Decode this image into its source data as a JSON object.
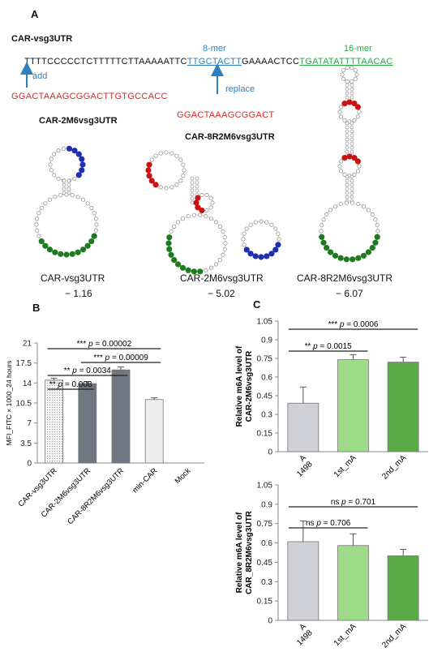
{
  "panel_a": {
    "letter": "A",
    "construct_label": "CAR-vsg3UTR",
    "seq_plain_1": "TTTTCCCCCTCTTTTTCTTAAAAATTC",
    "seq_8mer": "TTGCTACTT",
    "seq_plain_2": "GAAAACTCC",
    "seq_16mer": "TGATATATTTTAACAC",
    "label_8mer": "8-mer",
    "label_16mer": "16-mer",
    "label_add": "add",
    "label_replace": "replace",
    "red_seq_add": "GGACTAAAGCGGACTTGTGCCACC",
    "red_seq_replace": "GGACTAAAGCGGACT",
    "title_2m6": "CAR-2M6vsg3UTR",
    "title_8r2m6": "CAR-8R2M6vsg3UTR",
    "structures": [
      {
        "name": "CAR-vsg3UTR",
        "energy": "− 1.16"
      },
      {
        "name": "CAR-2M6vsg3UTR",
        "energy": "− 5.02"
      },
      {
        "name": "CAR-8R2M6vsg3UTR",
        "energy": "− 6.07"
      }
    ]
  },
  "panel_b": {
    "letter": "B"
  },
  "panel_c": {
    "letter": "C"
  },
  "chart_data": [
    {
      "type": "bar",
      "id": "B",
      "ylabel": "MFI_FITC × 1000_24 hours",
      "categories": [
        "CAR-vsg3UTR",
        "CAR-2M6vsg3UTR",
        "CAR-8R2M6vsg3UTR",
        "min-CAR",
        "Mock"
      ],
      "values": [
        14.5,
        13.9,
        16.3,
        11.1,
        0
      ],
      "errors": [
        0.35,
        0.35,
        0.5,
        0.3,
        0
      ],
      "colors": [
        "#f2f2f2",
        "#6f7782",
        "#6f7782",
        "#eeeeee",
        "#ffffff"
      ],
      "yticks": [
        "0",
        "3.5",
        "7",
        "10.5",
        "14",
        "17.5",
        "21"
      ],
      "ylim": [
        0,
        21
      ],
      "significance": [
        {
          "from": 0,
          "to": 1,
          "label": "** p = 0.008"
        },
        {
          "from": 0,
          "to": 2,
          "label": "** p = 0.0034"
        },
        {
          "from": 1,
          "to": 3,
          "label": "*** p = 0.00009"
        },
        {
          "from": 0,
          "to": 3,
          "label": "*** p = 0.00002"
        }
      ]
    },
    {
      "type": "bar",
      "id": "C-top",
      "ylabel": "Relative m6A level of CAR-2M6vsg3UTR",
      "categories": [
        "A 1498",
        "1st_mA",
        "2nd_mA"
      ],
      "values": [
        0.39,
        0.74,
        0.72
      ],
      "errors": [
        0.13,
        0.04,
        0.04
      ],
      "colors": [
        "#cfd1d6",
        "#9edc8a",
        "#5aaa46"
      ],
      "yticks": [
        "0",
        "0.15",
        "0.3",
        "0.45",
        "0.6",
        "0.75",
        "0.9",
        "1.05"
      ],
      "ylim": [
        0,
        1.05
      ],
      "significance": [
        {
          "from": 0,
          "to": 1,
          "label": "** p = 0.0015"
        },
        {
          "from": 0,
          "to": 2,
          "label": "*** p = 0.0006"
        }
      ]
    },
    {
      "type": "bar",
      "id": "C-bottom",
      "ylabel": "Relative m6A level of CAR_8R2M6vsg3UTR",
      "categories": [
        "A 1498",
        "1st_mA",
        "2nd_mA"
      ],
      "values": [
        0.61,
        0.58,
        0.5
      ],
      "errors": [
        0.16,
        0.09,
        0.05
      ],
      "colors": [
        "#cfd1d6",
        "#9edc8a",
        "#5aaa46"
      ],
      "yticks": [
        "0",
        "0.15",
        "0.3",
        "0.45",
        "0.6",
        "0.75",
        "0.9",
        "1.05"
      ],
      "ylim": [
        0,
        1.05
      ],
      "significance": [
        {
          "from": 0,
          "to": 1,
          "label": "ns p = 0.706"
        },
        {
          "from": 0,
          "to": 2,
          "label": "ns p = 0.701"
        }
      ]
    }
  ]
}
